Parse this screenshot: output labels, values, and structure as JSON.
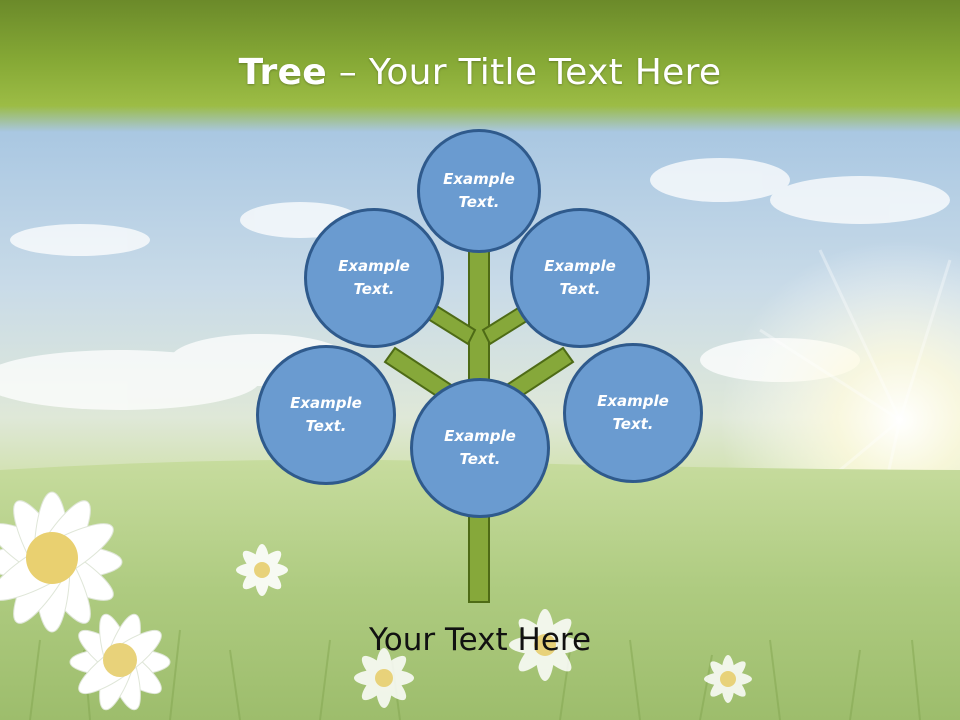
{
  "title": {
    "bold": "Tree",
    "rest": " – Your Title Text Here"
  },
  "nodes": [
    {
      "label": "Example Text."
    },
    {
      "label": "Example Text."
    },
    {
      "label": "Example Text."
    },
    {
      "label": "Example Text."
    },
    {
      "label": "Example Text."
    },
    {
      "label": "Example Text."
    }
  ],
  "footer": "Your Text Here",
  "colors": {
    "node_fill": "#6a9bd0",
    "node_border": "#2f5a8c",
    "trunk": "#86a83a",
    "trunk_border": "#4e6b16",
    "title_band": "#85a835"
  }
}
